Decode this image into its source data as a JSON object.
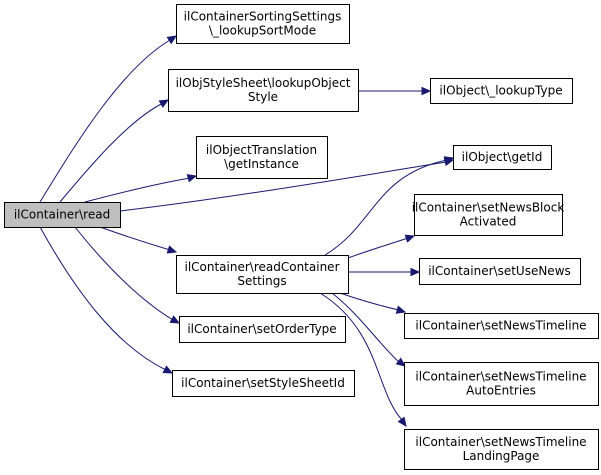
{
  "diagram": {
    "edge_color": "#191970",
    "root_fill": "#bfbfbf",
    "nodes": {
      "read": {
        "lines": [
          "ilContainer\\read"
        ]
      },
      "lookupSortMode": {
        "lines": [
          "ilContainerSortingSettings",
          "\\_lookupSortMode"
        ]
      },
      "lookupObjectStyle": {
        "lines": [
          "ilObjStyleSheet\\lookupObject",
          "Style"
        ]
      },
      "lookupType": {
        "lines": [
          "ilObject\\_lookupType"
        ]
      },
      "getInstance": {
        "lines": [
          "ilObjectTranslation",
          "\\getInstance"
        ]
      },
      "getId": {
        "lines": [
          "ilObject\\getId"
        ]
      },
      "readContainerSettings": {
        "lines": [
          "ilContainer\\readContainer",
          "Settings"
        ]
      },
      "setNewsBlockActivated": {
        "lines": [
          "ilContainer\\setNewsBlock",
          "Activated"
        ]
      },
      "setUseNews": {
        "lines": [
          "ilContainer\\setUseNews"
        ]
      },
      "setOrderType": {
        "lines": [
          "ilContainer\\setOrderType"
        ]
      },
      "setNewsTimeline": {
        "lines": [
          "ilContainer\\setNewsTimeline"
        ]
      },
      "setStyleSheetId": {
        "lines": [
          "ilContainer\\setStyleSheetId"
        ]
      },
      "setNewsTimelineAutoEntries": {
        "lines": [
          "ilContainer\\setNewsTimeline",
          "AutoEntries"
        ]
      },
      "setNewsTimelineLandingPage": {
        "lines": [
          "ilContainer\\setNewsTimeline",
          "LandingPage"
        ]
      }
    },
    "edges": [
      {
        "from": "read",
        "to": "lookupSortMode"
      },
      {
        "from": "read",
        "to": "lookupObjectStyle"
      },
      {
        "from": "read",
        "to": "getInstance"
      },
      {
        "from": "read",
        "to": "getId"
      },
      {
        "from": "read",
        "to": "readContainerSettings"
      },
      {
        "from": "read",
        "to": "setOrderType"
      },
      {
        "from": "read",
        "to": "setStyleSheetId"
      },
      {
        "from": "lookupObjectStyle",
        "to": "lookupType"
      },
      {
        "from": "readContainerSettings",
        "to": "getId"
      },
      {
        "from": "readContainerSettings",
        "to": "setNewsBlockActivated"
      },
      {
        "from": "readContainerSettings",
        "to": "setUseNews"
      },
      {
        "from": "readContainerSettings",
        "to": "setNewsTimeline"
      },
      {
        "from": "readContainerSettings",
        "to": "setNewsTimelineAutoEntries"
      },
      {
        "from": "readContainerSettings",
        "to": "setNewsTimelineLandingPage"
      }
    ]
  }
}
